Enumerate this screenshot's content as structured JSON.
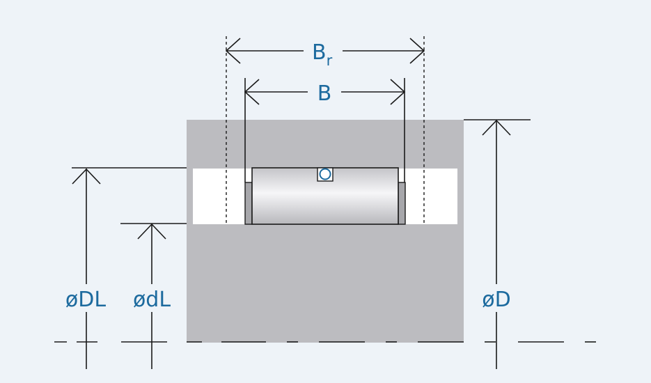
{
  "labels": {
    "br_main": "B",
    "br_sub": "r",
    "b": "B",
    "dl": "øDL",
    "dl_small": "ødL",
    "d": "øD"
  },
  "colors": {
    "background": "#eef3f8",
    "housing": "#bcbcc0",
    "label": "#1c6a9e",
    "line": "#1a1a1a",
    "gap": "#ffffff"
  }
}
